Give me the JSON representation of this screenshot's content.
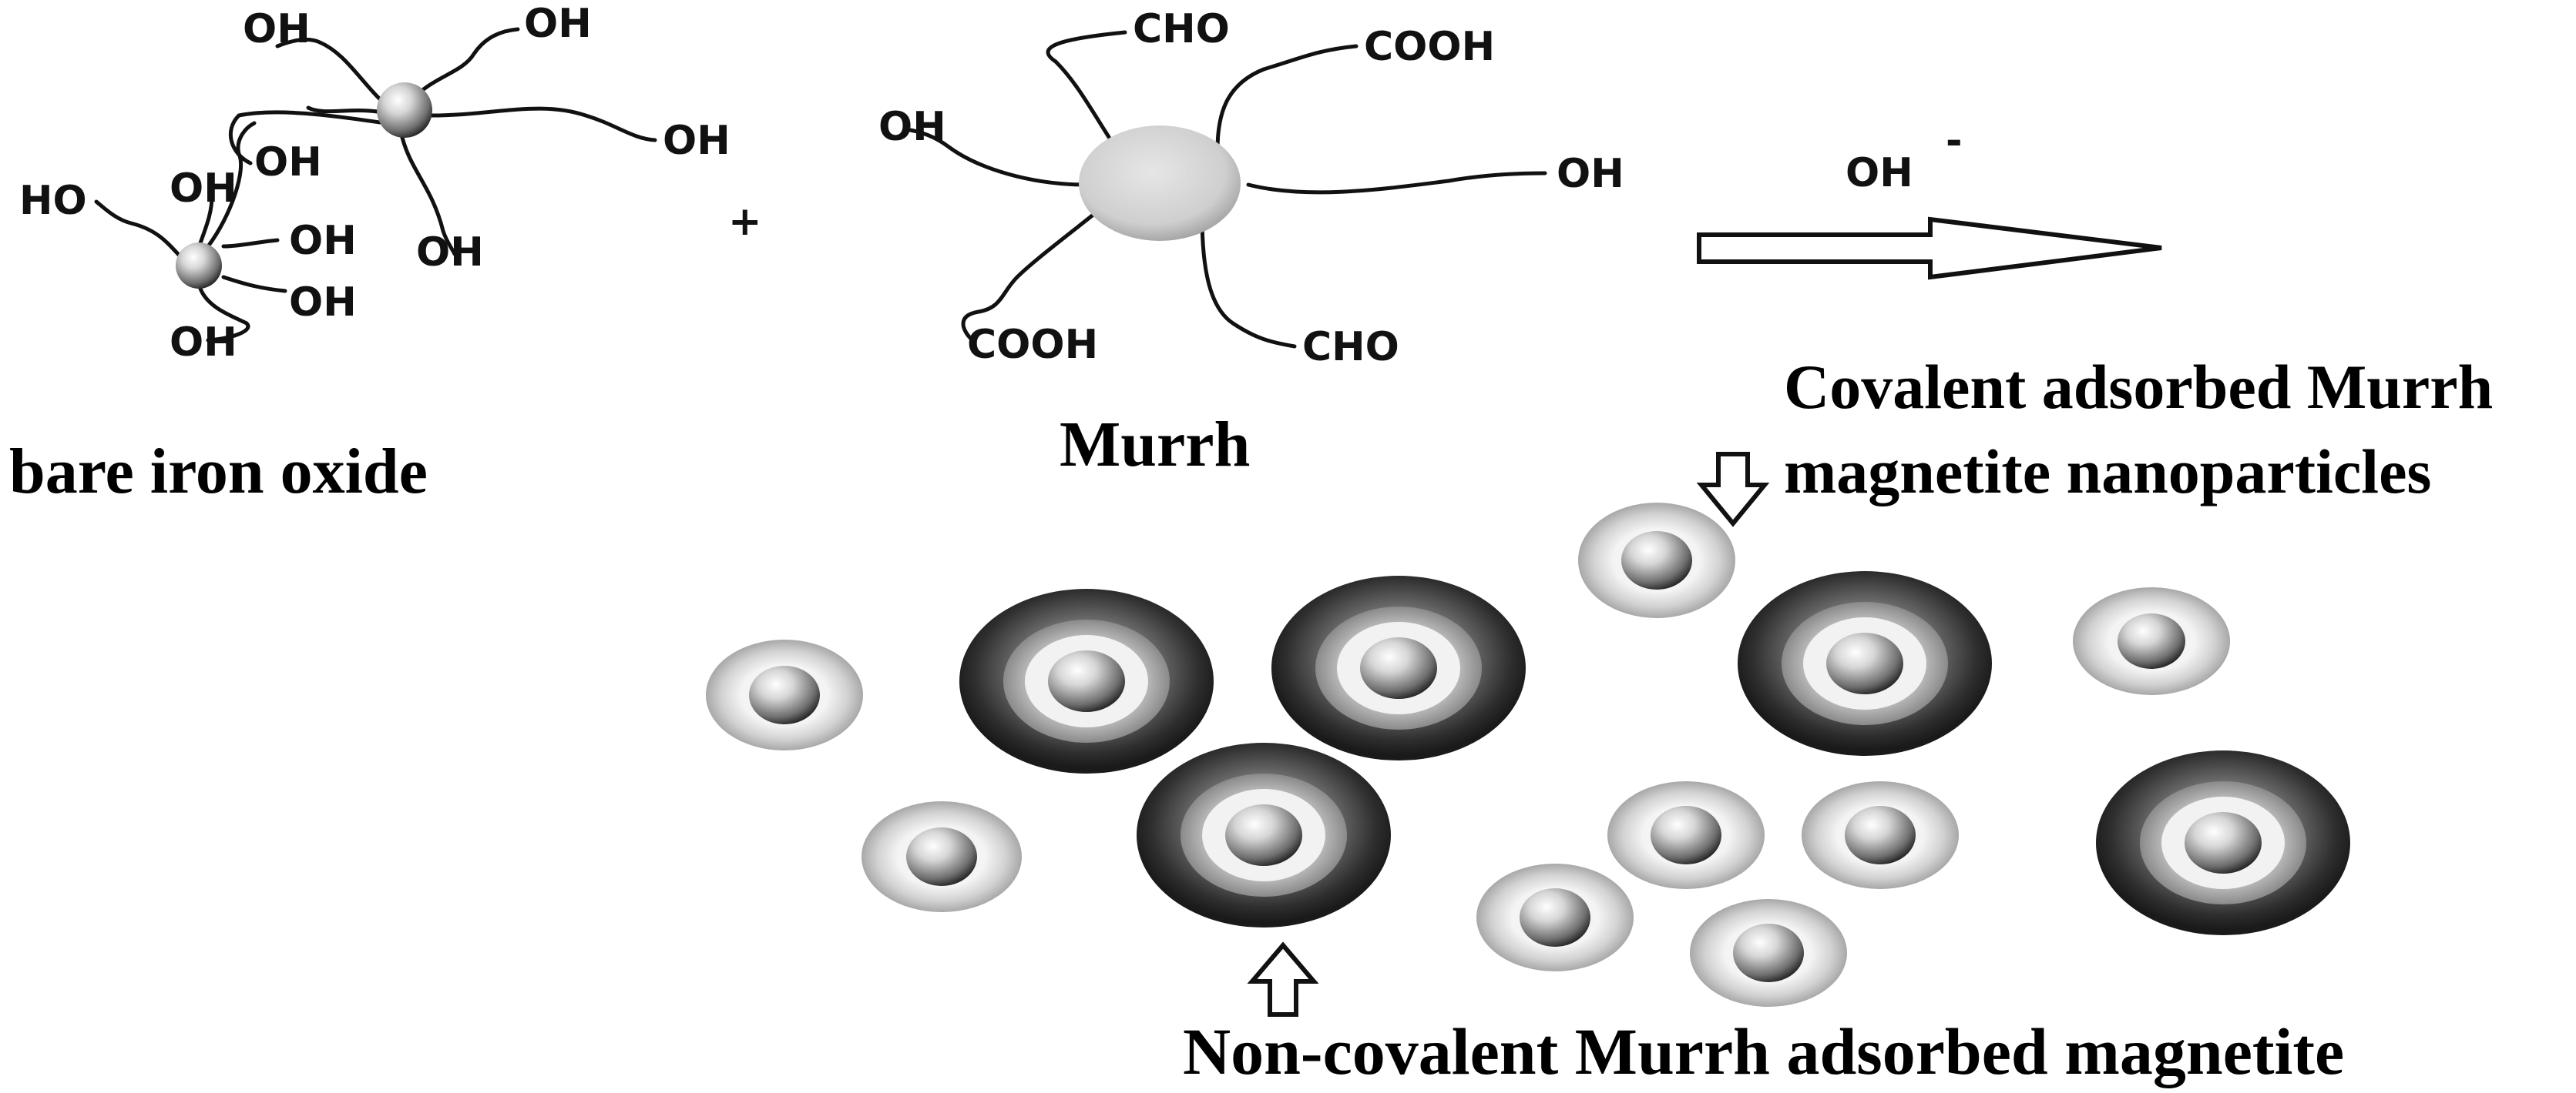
{
  "reaction": {
    "plus_sign": "+",
    "reagent_label": "OH",
    "reagent_charge": "-"
  },
  "bare_iron_oxide": {
    "label": "bare iron oxide",
    "large_particle_groups": [
      "OH",
      "OH",
      "OH",
      "OH",
      "OH"
    ],
    "small_particle_groups": [
      "HO",
      "OH",
      "OH",
      "OH",
      "OH"
    ]
  },
  "murrh": {
    "label": "Murrh",
    "groups": [
      "CHO",
      "COOH",
      "OH",
      "OH",
      "COOH",
      "CHO"
    ]
  },
  "products": {
    "covalent_label_line1": "Covalent adsorbed Murrh",
    "covalent_label_line2": "magnetite nanoparticles",
    "noncovalent_label": "Non-covalent Murrh adsorbed magnetite"
  }
}
